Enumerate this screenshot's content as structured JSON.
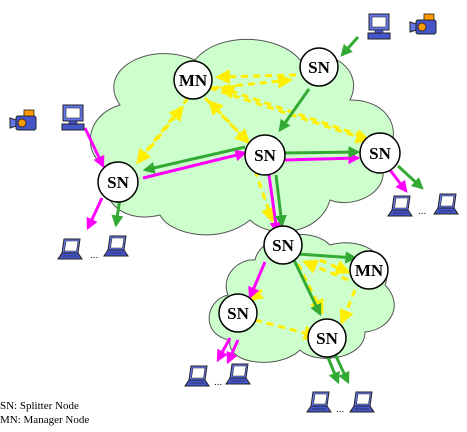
{
  "nodes": {
    "mn_top": "MN",
    "sn_top_right": "SN",
    "sn_center": "SN",
    "sn_left": "SN",
    "sn_right": "SN",
    "sn_lower_mid": "SN",
    "mn_lower": "MN",
    "sn_lower_left": "SN",
    "sn_lower_right": "SN"
  },
  "legend": {
    "splitter": "SN: Splitter Node",
    "manager": "MN: Manager Node"
  },
  "ellipsis": "...",
  "colors": {
    "cloud_fill": "#ccffcc",
    "cloud_stroke": "#555555",
    "arrow_magenta": "#ff00ff",
    "arrow_green": "#33aa33",
    "arrow_yellow": "#ffee00",
    "node_fill": "#ffffff",
    "laptop": "#5566dd"
  }
}
